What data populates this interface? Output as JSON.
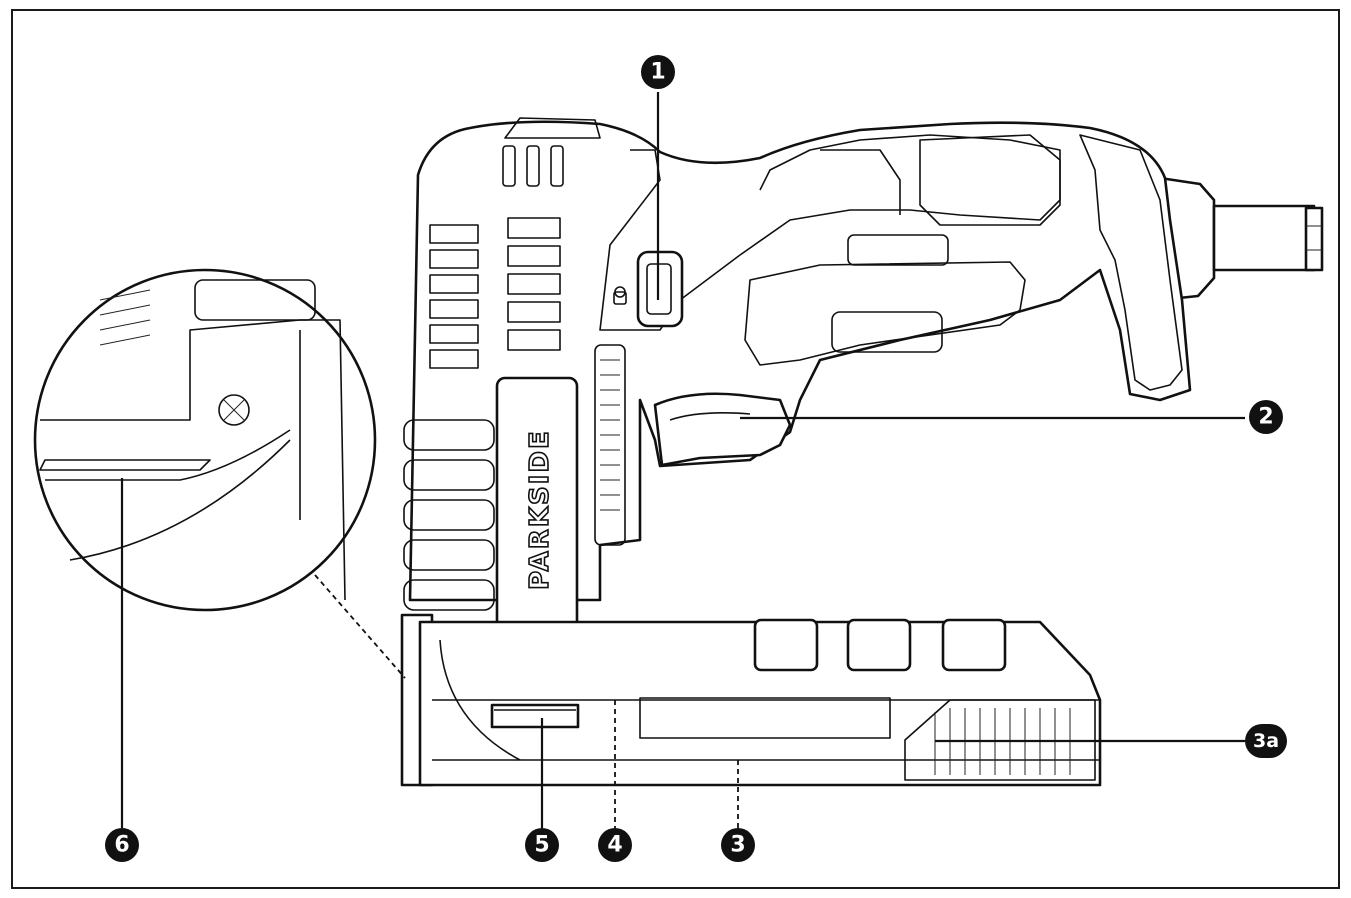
{
  "diagram": {
    "brand_text": "PARKSIDE",
    "brand_marks": "///",
    "callouts": [
      {
        "id": "1",
        "label": "1"
      },
      {
        "id": "2",
        "label": "2"
      },
      {
        "id": "3a",
        "label": "3a"
      },
      {
        "id": "3",
        "label": "3"
      },
      {
        "id": "4",
        "label": "4"
      },
      {
        "id": "5",
        "label": "5"
      },
      {
        "id": "6",
        "label": "6"
      }
    ]
  }
}
